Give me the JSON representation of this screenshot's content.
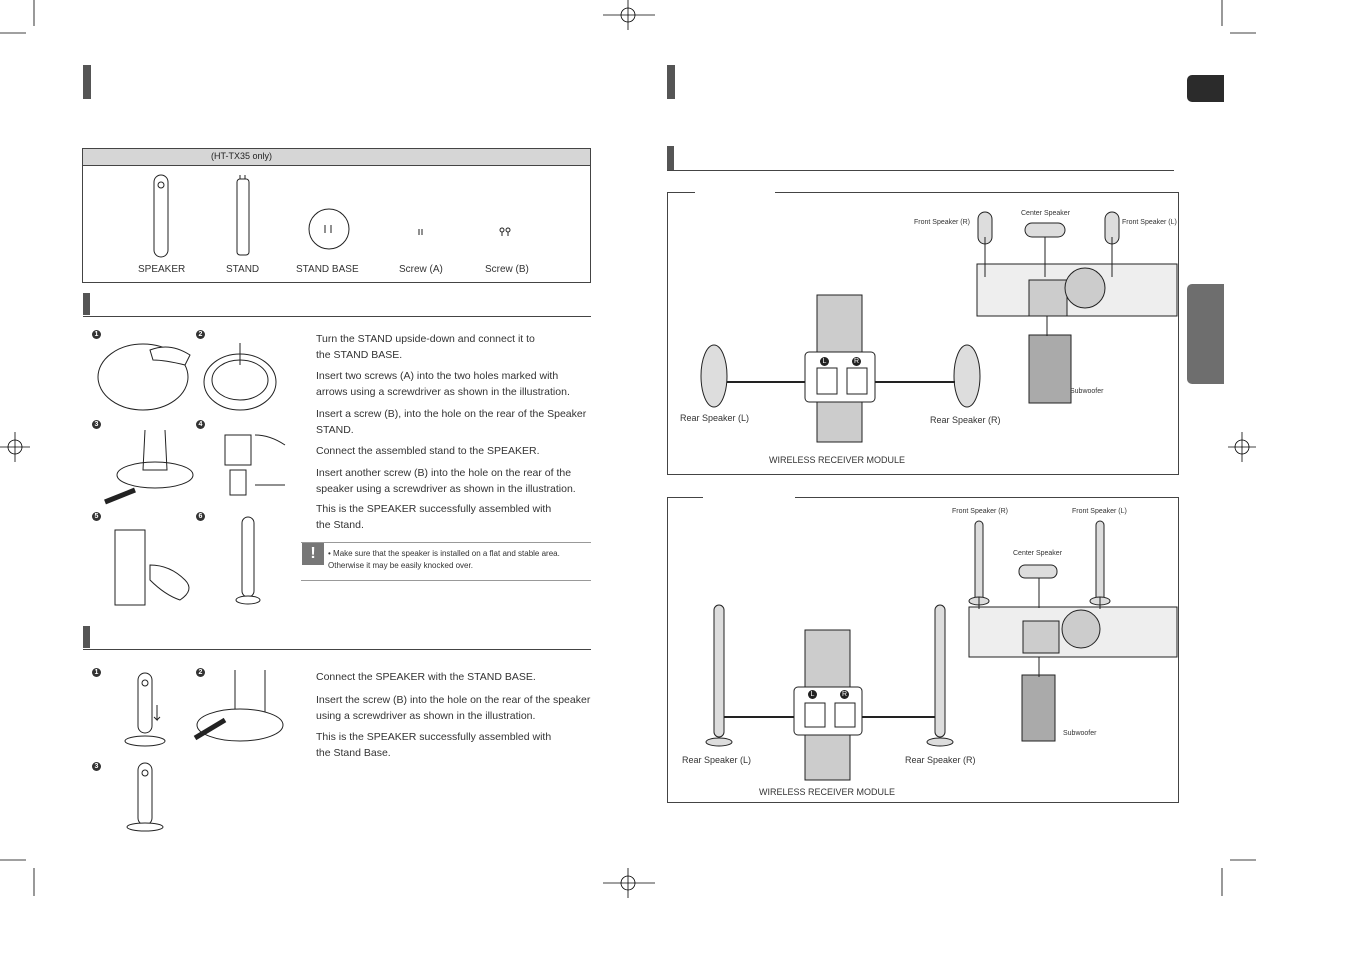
{
  "parts_box": {
    "header_note": "(HT-TX35 only)",
    "items": [
      {
        "label": "SPEAKER"
      },
      {
        "label": "STAND"
      },
      {
        "label": "STAND BASE"
      },
      {
        "label": "Screw (A)"
      },
      {
        "label": "Screw (B)"
      }
    ]
  },
  "section1": {
    "steps": [
      "1",
      "2",
      "3",
      "4",
      "5",
      "6"
    ],
    "paragraphs": [
      "Turn the STAND upside-down and connect it to the STAND BASE.",
      "Insert two screws (A) into the two holes marked with arrows using a screwdriver as shown in the illustration.",
      "Insert a screw (B), into the hole on the rear of the Speaker STAND.",
      "Connect the assembled stand to the SPEAKER.",
      "Insert another screw (B) into the hole on the rear of the speaker using a screwdriver as shown in the illustration.",
      "This is the SPEAKER successfully assembled with the Stand."
    ],
    "note": "• Make sure that the speaker is installed on a flat and stable area. Otherwise it may be easily knocked over."
  },
  "section2": {
    "steps": [
      "1",
      "2",
      "3"
    ],
    "paragraphs": [
      "Connect the SPEAKER with the STAND BASE.",
      "Insert the screw (B) into the hole on the rear of the speaker using a screwdriver as shown in the illustration.",
      "This is the SPEAKER successfully assembled with the Stand Base."
    ]
  },
  "diagram1": {
    "front_r": "Front Speaker (R)",
    "center": "Center Speaker",
    "front_l": "Front Speaker (L)",
    "subwoofer": "Subwoofer",
    "rear_l": "Rear Speaker (L)",
    "rear_r": "Rear Speaker (R)",
    "module": "WIRELESS RECEIVER MODULE",
    "badge_l": "L",
    "badge_r": "R"
  },
  "diagram2": {
    "front_r": "Front Speaker (R)",
    "center": "Center Speaker",
    "front_l": "Front Speaker (L)",
    "subwoofer": "Subwoofer",
    "rear_l": "Rear Speaker (L)",
    "rear_r": "Rear Speaker (R)",
    "module": "WIRELESS RECEIVER MODULE",
    "badge_l": "L",
    "badge_r": "R"
  },
  "colors": {
    "tab": "#2b2b2b",
    "side_tab": "#6e6e6e",
    "header_gray": "#d6d6d6"
  }
}
